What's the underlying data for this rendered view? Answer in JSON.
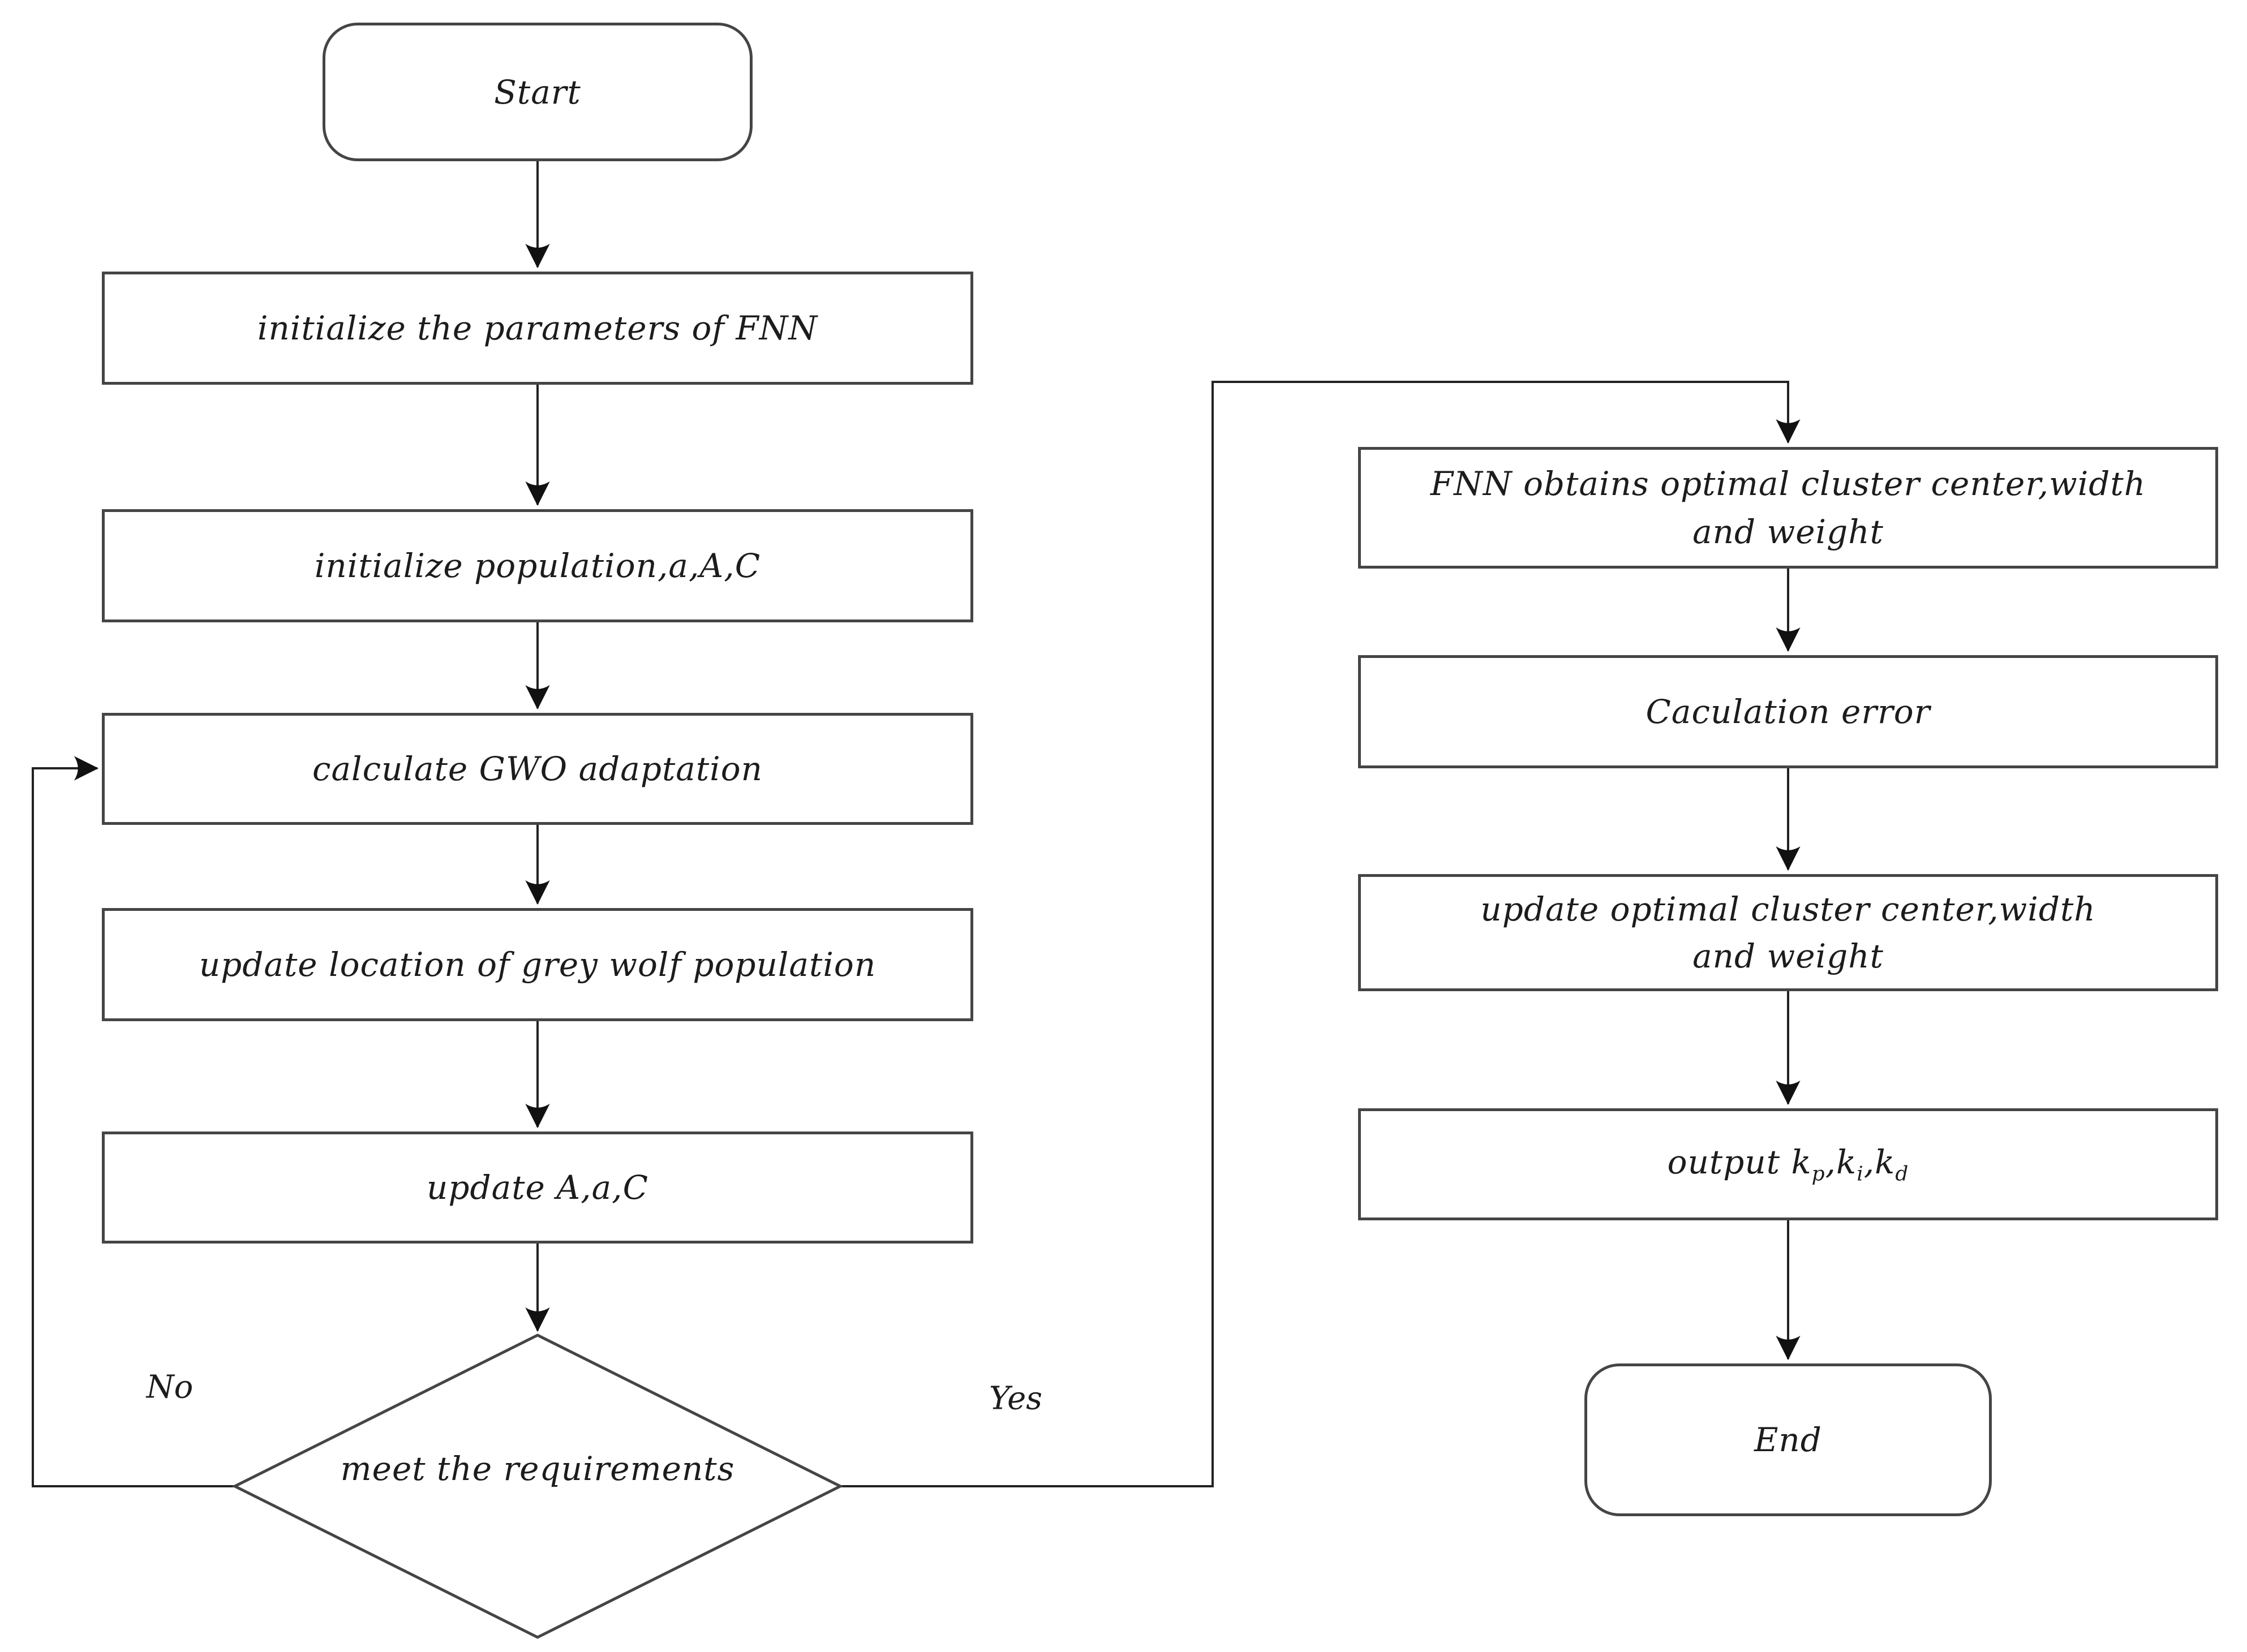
{
  "flowchart": {
    "nodes": {
      "start": "Start",
      "init_fnn": "initialize the parameters of FNN",
      "init_population": "initialize population,a,A,C",
      "calc_gwo": "calculate GWO adaptation",
      "update_wolf": "update location of grey wolf population",
      "update_aac": "update A,a,C",
      "decision": "meet the requirements",
      "fnn_obtains_line1": "FNN obtains optimal cluster center,width",
      "fnn_obtains_line2": "and weight",
      "calc_error": "Caculation error",
      "update_optimal_line1": "update optimal cluster center,width",
      "update_optimal_line2": "and weight",
      "output_prefix": "output k",
      "output_sub1": "p",
      "output_mid1": ",k",
      "output_sub2": "i",
      "output_mid2": ",k",
      "output_sub3": "d",
      "end": "End"
    },
    "edge_labels": {
      "no": "No",
      "yes": "Yes"
    },
    "colors": {
      "line": "#222222",
      "box_border": "#454545",
      "text": "#1c1c1c",
      "background": "#ffffff"
    }
  }
}
